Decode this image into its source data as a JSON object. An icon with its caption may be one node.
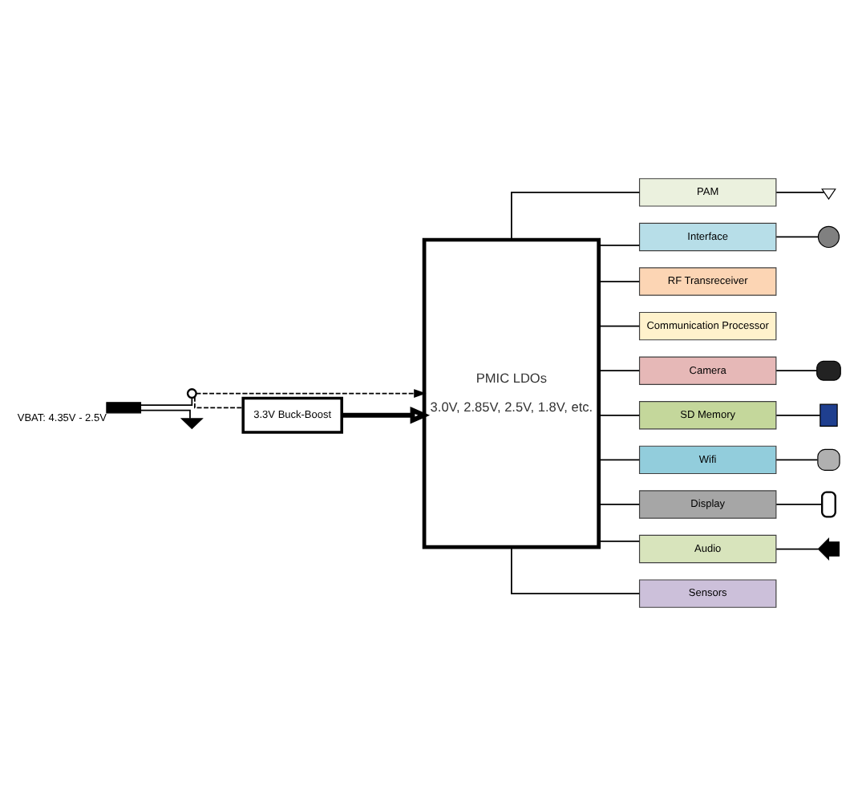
{
  "diagram": {
    "nodes": [
      {
        "text": [
          "PMIC LDOs",
          "3.0V, 2.85V, 2.5V, 1.8V, etc."
        ]
      },
      {
        "text": [
          "3.3V Buck-Boost"
        ]
      },
      {
        "text": [
          "PAM"
        ]
      },
      {
        "text": [
          "Interface"
        ]
      },
      {
        "text": [
          "RF Transreceiver"
        ]
      },
      {
        "text": [
          "Communication Processor"
        ]
      },
      {
        "text": [
          "Camera"
        ]
      },
      {
        "text": [
          "SD Memory"
        ]
      },
      {
        "text": [
          "Wifi"
        ]
      },
      {
        "text": [
          "Display"
        ]
      },
      {
        "text": [
          "Audio"
        ]
      },
      {
        "text": [
          "Sensors"
        ]
      },
      {
        "text": [],
        "shape": "circle"
      },
      {
        "text": [],
        "shape": "battery",
        "beside": [
          "VBAT: 4.35V - 2.5V"
        ]
      },
      {
        "text": [],
        "shape": "ground"
      },
      {
        "text": [],
        "shape": "antenna"
      },
      {
        "text": [],
        "shape": "usb"
      },
      {
        "text": [],
        "shape": "camera"
      },
      {
        "text": [],
        "shape": "card"
      },
      {
        "text": [],
        "shape": "wifi"
      },
      {
        "text": [],
        "shape": "phone"
      },
      {
        "text": [],
        "shape": "speaker"
      }
    ],
    "edges": [
      {
        "from": 0,
        "to": 2,
        "arrow": "none"
      },
      {
        "from": 0,
        "to": 3,
        "arrow": "none"
      },
      {
        "from": 0,
        "to": 4,
        "arrow": "none"
      },
      {
        "from": 0,
        "to": 5,
        "arrow": "none"
      },
      {
        "from": 0,
        "to": 6,
        "arrow": "none"
      },
      {
        "from": 0,
        "to": 7,
        "arrow": "none"
      },
      {
        "from": 0,
        "to": 8,
        "arrow": "none"
      },
      {
        "from": 0,
        "to": 9,
        "arrow": "none"
      },
      {
        "from": 0,
        "to": 10,
        "arrow": "none"
      },
      {
        "from": 0,
        "to": 11,
        "arrow": "none"
      },
      {
        "from": 1,
        "to": 0,
        "arrow": "to",
        "style": "thick"
      },
      {
        "from": 12,
        "to": 0,
        "arrow": "to",
        "style": "dashed"
      },
      {
        "from": 12,
        "to": 1,
        "arrow": "none",
        "style": "dashed"
      },
      {
        "from": 13,
        "to": 12,
        "arrow": "none"
      },
      {
        "from": 13,
        "to": 14,
        "arrow": "none"
      },
      {
        "from": 2,
        "to": 15,
        "arrow": "none"
      },
      {
        "from": 3,
        "to": 16,
        "arrow": "none"
      },
      {
        "from": 6,
        "to": 17,
        "arrow": "none"
      },
      {
        "from": 7,
        "to": 18,
        "arrow": "none"
      },
      {
        "from": 8,
        "to": 19,
        "arrow": "none"
      },
      {
        "from": 9,
        "to": 20,
        "arrow": "none"
      },
      {
        "from": 10,
        "to": 21,
        "arrow": "none"
      }
    ]
  }
}
